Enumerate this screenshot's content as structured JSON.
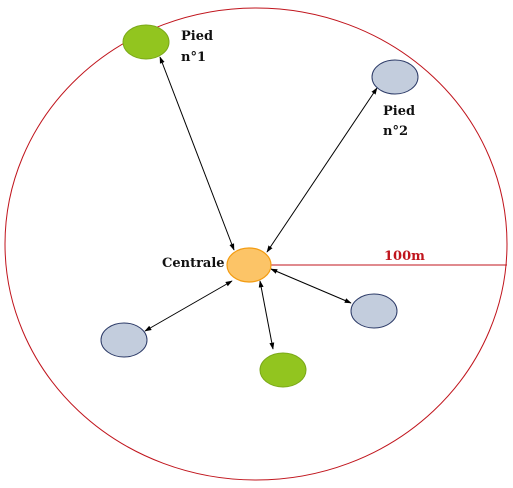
{
  "labels": {
    "pied1_line1": "Pied",
    "pied1_line2": "n°1",
    "pied2_line1": "Pied",
    "pied2_line2": "n°2",
    "centrale": "Centrale",
    "radius": "100m"
  },
  "colors": {
    "boundary": "#c0141c",
    "radius_line": "#c0141c",
    "radius_label": "#c0141c",
    "centrale_fill": "#fcc467",
    "centrale_stroke": "#f39c12",
    "green_node_fill": "#92c51f",
    "green_node_stroke": "#7aa818",
    "blue_node_fill": "#c3cddd",
    "blue_node_stroke": "#2c3a67",
    "arrow": "#000000"
  }
}
